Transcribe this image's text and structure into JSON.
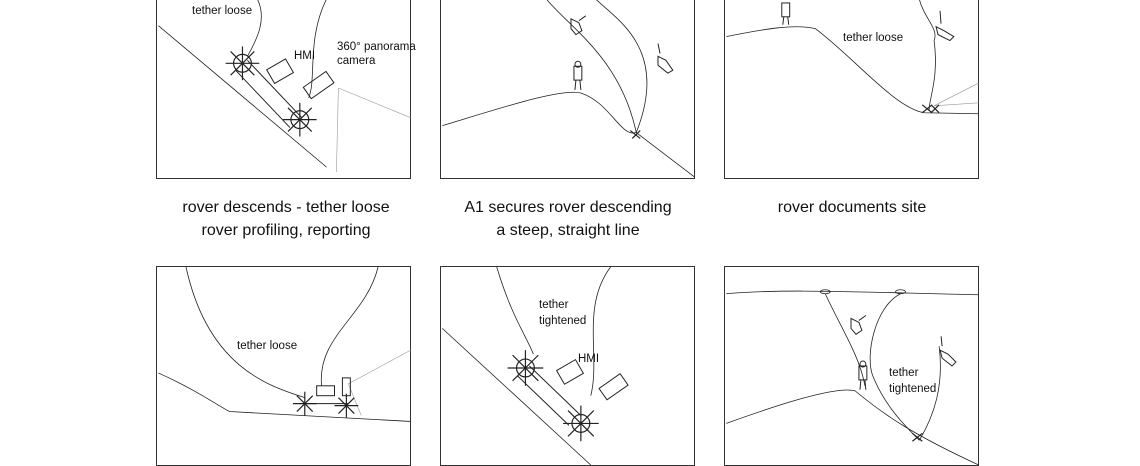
{
  "panels": {
    "p1": {
      "tether_label": "tether loose",
      "hmi_label": "HMI",
      "camera_label_1": "360° panorama",
      "camera_label_2": "camera"
    },
    "p3": {
      "tether_label": "tether loose"
    },
    "p4": {
      "tether_label": "tether loose"
    },
    "p5": {
      "tether_label_1": "tether",
      "tether_label_2": "tightened",
      "hmi_label": "HMI"
    },
    "p6": {
      "tether_label_1": "tether",
      "tether_label_2": "tightened"
    }
  },
  "captions": {
    "c1": {
      "line1": "rover descends - tether loose",
      "line2": "rover profiling, reporting"
    },
    "c2": {
      "line1": "A1 secures rover descending",
      "line2": "a steep, straight line"
    },
    "c3": {
      "line1": "rover documents site"
    }
  }
}
